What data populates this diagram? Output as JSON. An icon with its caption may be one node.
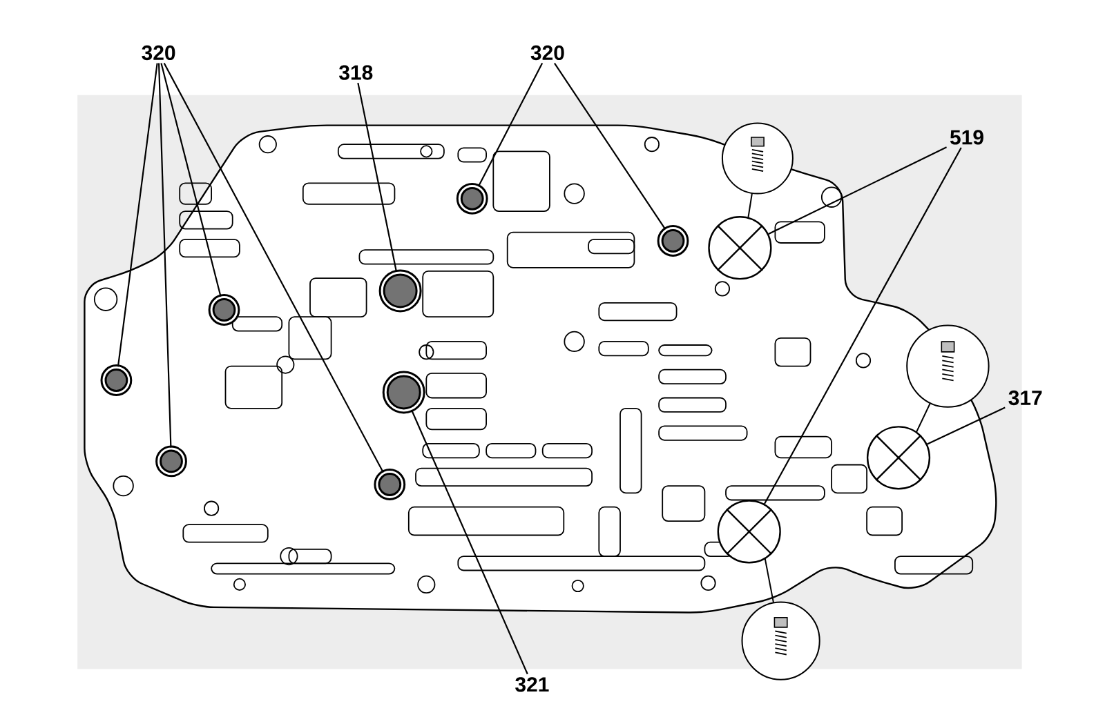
{
  "diagram": {
    "nodes": [
      {
        "text": [
          "320"
        ]
      },
      {
        "text": [
          "318"
        ]
      },
      {
        "text": [
          "320"
        ]
      },
      {
        "text": [
          "519"
        ]
      },
      {
        "text": [
          "317"
        ]
      },
      {
        "text": [
          "321"
        ]
      },
      {
        "text": [],
        "shape": "circle"
      },
      {
        "text": [],
        "shape": "circle"
      },
      {
        "text": [],
        "shape": "circle"
      },
      {
        "text": [],
        "shape": "circle"
      },
      {
        "text": [],
        "shape": "circle"
      },
      {
        "text": [],
        "shape": "circle"
      },
      {
        "text": [],
        "shape": "circle"
      },
      {
        "text": [],
        "shape": "circle"
      },
      {
        "text": [],
        "shape": "circle"
      },
      {
        "text": [],
        "shape": "circle"
      },
      {
        "text": [],
        "shape": "circle"
      }
    ],
    "edges": [
      {
        "from": 0,
        "to": 6,
        "arrow": "none"
      },
      {
        "from": 0,
        "to": 7,
        "arrow": "none"
      },
      {
        "from": 0,
        "to": 8,
        "arrow": "none"
      },
      {
        "from": 0,
        "to": 9,
        "arrow": "none"
      },
      {
        "from": 1,
        "to": 10,
        "arrow": "none"
      },
      {
        "from": 2,
        "to": 12,
        "arrow": "none"
      },
      {
        "from": 2,
        "to": 13,
        "arrow": "none"
      },
      {
        "from": 3,
        "to": 14,
        "arrow": "none"
      },
      {
        "from": 3,
        "to": 15,
        "arrow": "none"
      },
      {
        "from": 4,
        "to": 16,
        "arrow": "none"
      },
      {
        "from": 5,
        "to": 11,
        "arrow": "none"
      }
    ]
  }
}
